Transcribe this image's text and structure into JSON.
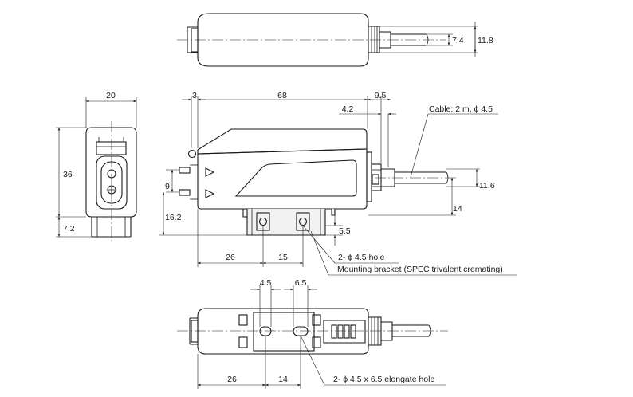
{
  "top_view": {
    "dim_cable_dia": "7.4",
    "dim_height": "11.8"
  },
  "front_view": {
    "dim_width": "20",
    "dim_height": "36",
    "dim_foot": "7.2"
  },
  "side_view": {
    "dim_3": "3",
    "dim_68": "68",
    "dim_9_5": "9.5",
    "dim_4_2": "4.2",
    "cable_label": "Cable: 2 m, ϕ 4.5",
    "dim_11_6": "11.6",
    "dim_14": "14",
    "dim_9": "9",
    "dim_16_2": "16.2",
    "dim_5_5": "5.5",
    "dim_26": "26",
    "dim_15": "15",
    "hole_note": "2- ϕ 4.5 hole",
    "bracket_note": "Mounting bracket (SPEC trivalent cremating)"
  },
  "bottom_view": {
    "dim_4_5": "4.5",
    "dim_6_5": "6.5",
    "dim_26": "26",
    "dim_14": "14",
    "slot_note": "2- ϕ 4.5 x 6.5 elongate hole"
  }
}
